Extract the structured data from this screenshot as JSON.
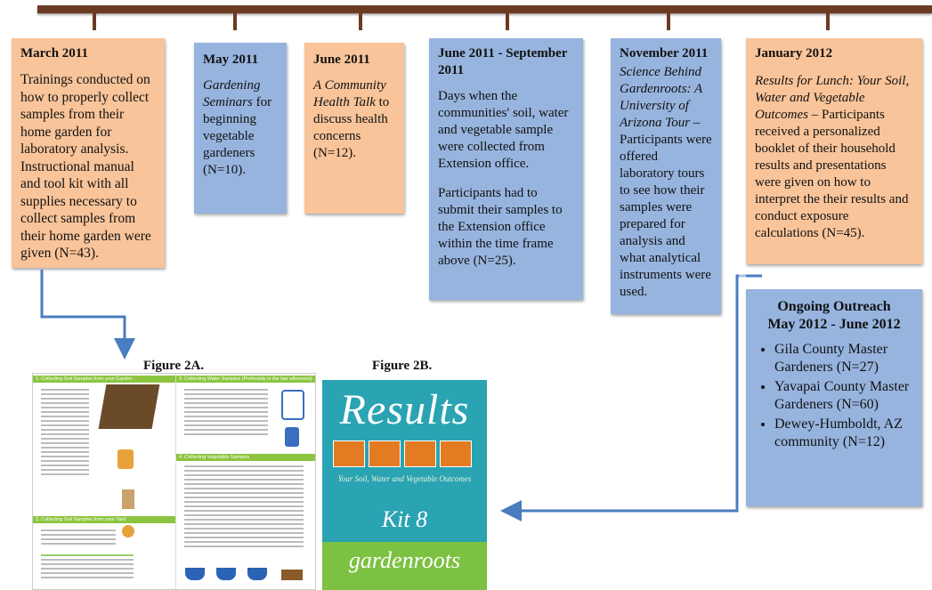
{
  "timeline": {
    "events": [
      {
        "date": "March 2011",
        "color": "orange",
        "lines": [
          "Trainings conducted on how to properly collect samples from their home garden for laboratory analysis. Instructional manual and tool kit with all supplies necessary to collect samples from their home garden were given (N=43)."
        ]
      },
      {
        "date": "May 2011",
        "color": "blue",
        "italic": "Gardening Seminars",
        "text": "for beginning vegetable gardeners (N=10)."
      },
      {
        "date": "June 2011",
        "color": "orange",
        "italic": "A Community Health Talk",
        "text": "to discuss health concerns (N=12)."
      },
      {
        "date": "June 2011 - September 2011",
        "color": "blue",
        "para1": "Days when the communities' soil, water and vegetable sample were collected from Extension office.",
        "para2": "Participants had to submit their samples to the Extension office within the time frame above (N=25)."
      },
      {
        "date": "November 2011",
        "color": "blue",
        "italic": "Science Behind Gardenroots: A University of Arizona Tour",
        "text": "– Participants were offered laboratory tours to see how their samples were prepared for analysis and what analytical instruments were used."
      },
      {
        "date": "January 2012",
        "color": "orange",
        "italic": "Results for Lunch: Your Soil, Water and Vegetable Outcomes",
        "text": "– Participants received a personalized booklet of their household results and presentations were given on how to interpret the their results and conduct exposure calculations (N=45)."
      }
    ]
  },
  "outreach": {
    "title_line1": "Ongoing Outreach",
    "title_line2": "May 2012 - June 2012",
    "items": [
      "Gila County Master Gardeners (N=27)",
      "Yavapai County Master Gardeners (N=60)",
      "Dewey-Humboldt, AZ community (N=12)"
    ]
  },
  "figures": {
    "fig2a_label": "Figure 2A.",
    "fig2b_label": "Figure 2B.",
    "sheet": {
      "left_header1": "1. Collecting Soil Samples from your Garden",
      "left_header2": "2. Collecting Soil Samples from your Yard",
      "right_header1": "3. Collecting Water Samples (Preferably in the late afternoon)",
      "right_header2": "4. Collecting Vegetable Samples"
    },
    "cover": {
      "title": "Results",
      "subtitle": "Your Soil, Water and Vegetable Outcomes",
      "kit": "Kit 8",
      "brand": "gardenroots"
    }
  },
  "colors": {
    "orange": "#f9c49a",
    "blue": "#97b4de",
    "timeline": "#6b3a22",
    "arrow": "#4a7cc0",
    "cover": "#2aa3b3"
  }
}
